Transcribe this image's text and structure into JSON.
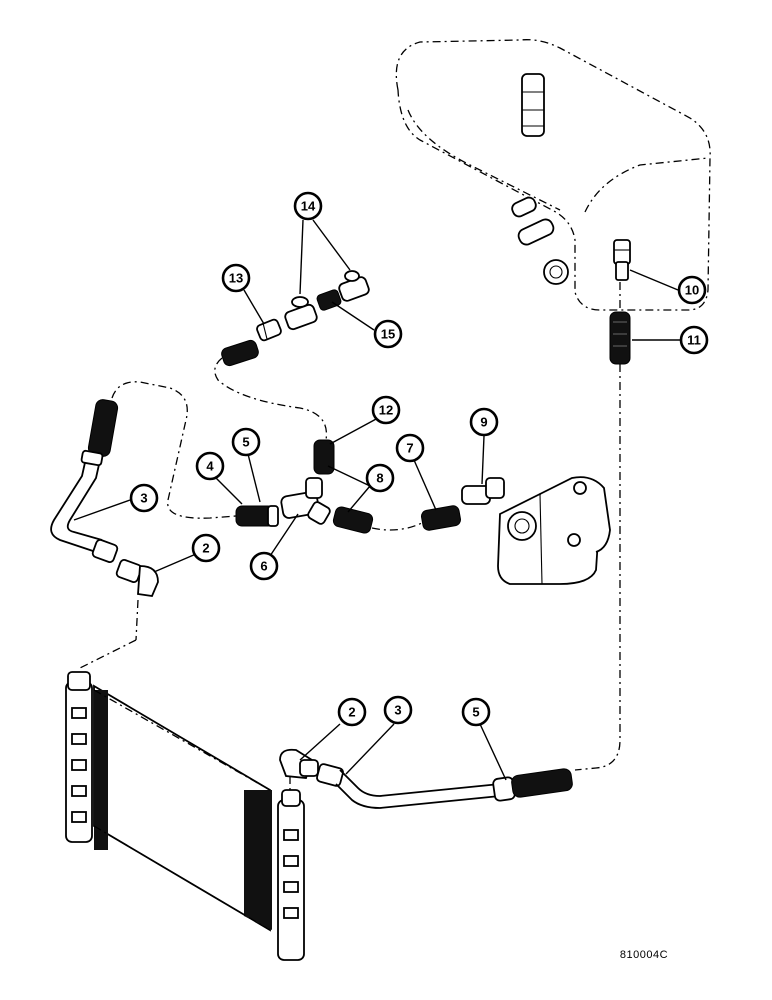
{
  "figure_code": "810004C",
  "callouts": [
    {
      "id": "c14",
      "label": "14"
    },
    {
      "id": "c13",
      "label": "13"
    },
    {
      "id": "c15",
      "label": "15"
    },
    {
      "id": "c10",
      "label": "10"
    },
    {
      "id": "c11",
      "label": "11"
    },
    {
      "id": "c12",
      "label": "12"
    },
    {
      "id": "c9",
      "label": "9"
    },
    {
      "id": "c7",
      "label": "7"
    },
    {
      "id": "c5a",
      "label": "5"
    },
    {
      "id": "c4",
      "label": "4"
    },
    {
      "id": "c8",
      "label": "8"
    },
    {
      "id": "c3a",
      "label": "3"
    },
    {
      "id": "c6",
      "label": "6"
    },
    {
      "id": "c2a",
      "label": "2"
    },
    {
      "id": "c2b",
      "label": "2"
    },
    {
      "id": "c3b",
      "label": "3"
    },
    {
      "id": "c5b",
      "label": "5"
    }
  ]
}
